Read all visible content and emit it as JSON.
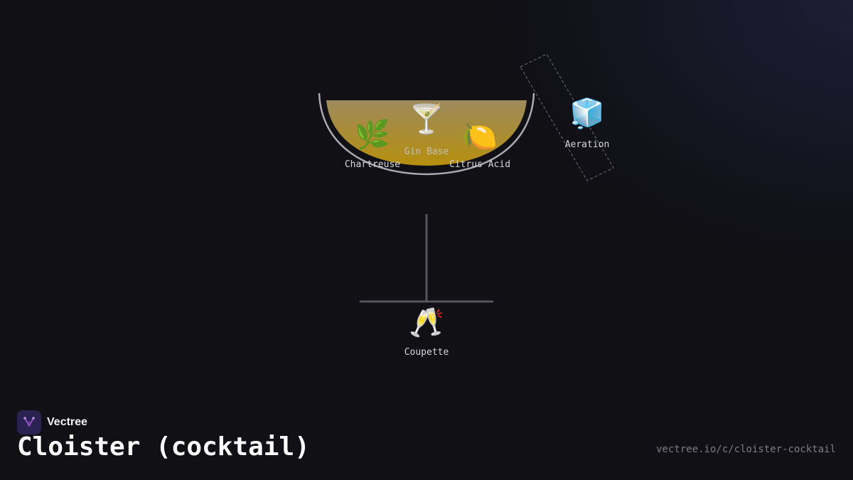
{
  "nodes": {
    "gin_base": {
      "label": "Gin Base",
      "icon": "cocktail-glass-icon",
      "glyph": "🍸"
    },
    "chartreuse": {
      "label": "Chartreuse",
      "icon": "herb-icon",
      "glyph": "🌿"
    },
    "citrus_acid": {
      "label": "Citrus Acid",
      "icon": "lemon-icon",
      "glyph": "🍋"
    },
    "aeration": {
      "label": "Aeration",
      "icon": "ice-cube-icon",
      "glyph": "🧊"
    },
    "coupette": {
      "label": "Coupette",
      "icon": "clinking-glasses-icon",
      "glyph": "🥂"
    }
  },
  "brand": {
    "name": "Vectree",
    "logo_icon": "vectree-logo-icon"
  },
  "title": "Cloister (cocktail)",
  "url": "vectree.io/c/cloister-cocktail",
  "colors": {
    "background": "#101015",
    "liquid_top": "#a08a5a",
    "liquid_bottom": "#b8900f",
    "glass_outline": "#a9a9b0",
    "stem": "#55555c",
    "brand_accent": "#9b59d0"
  }
}
